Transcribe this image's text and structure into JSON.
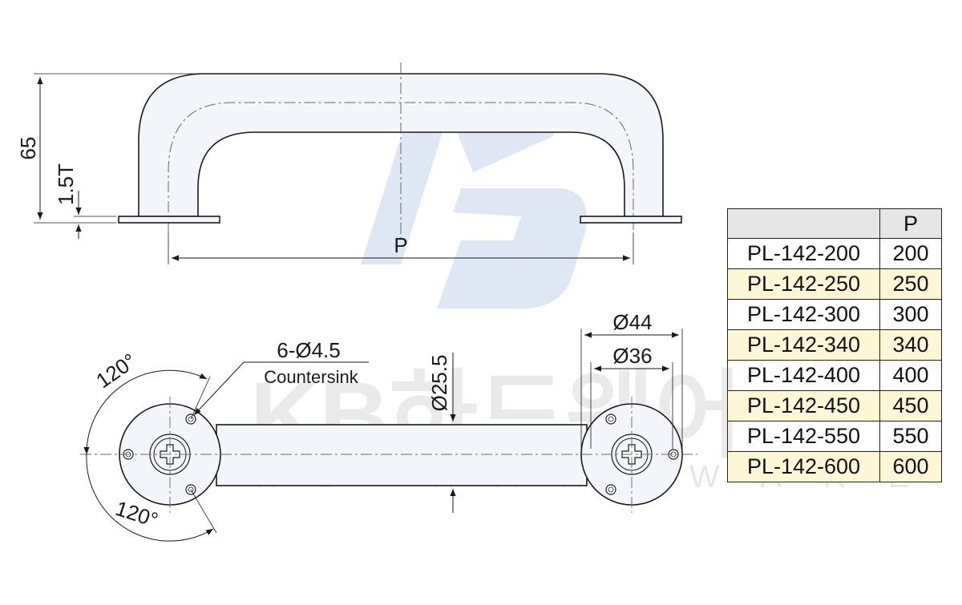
{
  "drawing": {
    "side_view": {
      "height_label": "65",
      "thickness_label": "1.5T",
      "pitch_label": "P"
    },
    "top_view": {
      "hole_label": "6-Ø4.5",
      "countersink_label": "Countersink",
      "angle_top_label": "120°",
      "angle_bottom_label": "120°",
      "tube_dia_label": "Ø25.5",
      "outer_dia_label": "Ø44",
      "inner_dia_label": "Ø36"
    },
    "watermark": {
      "brand_korean": "KB하드웨어",
      "brand_latin": "KB HARDWARE"
    },
    "colors": {
      "line": "#1a1a1a",
      "part_fill": "#f4f5fb",
      "table_header": "#e6e6e6",
      "table_highlight": "#fdf7d6",
      "logo": "#c9d6ec"
    }
  },
  "table": {
    "header": {
      "model": "",
      "p": "P"
    },
    "rows": [
      {
        "model": "PL-142-200",
        "p": "200",
        "highlight": false
      },
      {
        "model": "PL-142-250",
        "p": "250",
        "highlight": true
      },
      {
        "model": "PL-142-300",
        "p": "300",
        "highlight": false
      },
      {
        "model": "PL-142-340",
        "p": "340",
        "highlight": true
      },
      {
        "model": "PL-142-400",
        "p": "400",
        "highlight": false
      },
      {
        "model": "PL-142-450",
        "p": "450",
        "highlight": true
      },
      {
        "model": "PL-142-550",
        "p": "550",
        "highlight": false
      },
      {
        "model": "PL-142-600",
        "p": "600",
        "highlight": true
      }
    ]
  }
}
